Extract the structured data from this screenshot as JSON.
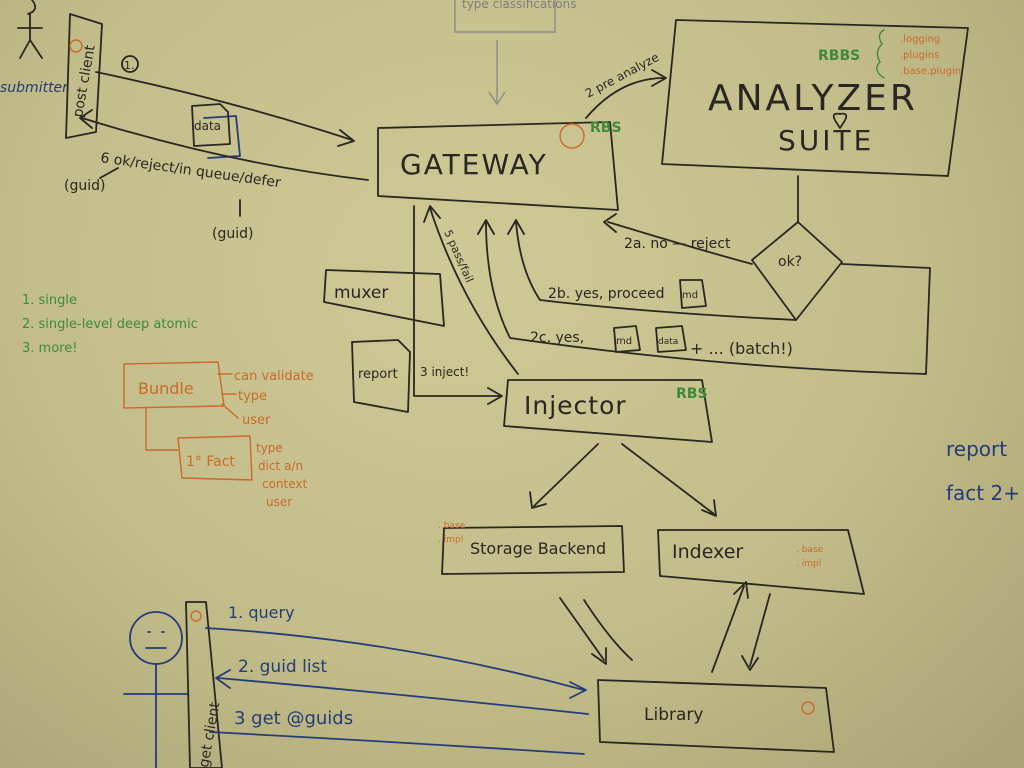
{
  "top_box": {
    "label": "type classifications"
  },
  "boxes": {
    "gateway": "GATEWAY",
    "analyzer_line1": "ANALYZER",
    "analyzer_line2": "SUITE",
    "muxer": "muxer",
    "injector": "Injector",
    "storage": "Storage Backend",
    "indexer": "Indexer",
    "library": "Library",
    "ok": "ok?",
    "data_doc": "data",
    "report_doc": "report"
  },
  "actors": {
    "submitter": "submitter",
    "post_client": "post client",
    "get_client": "get client"
  },
  "flows": {
    "step1": "1.",
    "step6": "6 ok/reject/in queue/defer",
    "guid1": "(guid)",
    "guid2": "(guid)",
    "analyze": "2 pre analyze",
    "reject": "2a. no — reject",
    "proceed": "2b. yes, proceed",
    "batch_prefix": "2c. yes,",
    "batch_suffix": "+ ... (batch!)",
    "inject": "3 inject!",
    "pass_fail": "5 pass/fail",
    "md1": "md",
    "md2": "md",
    "data2": "data",
    "query": "1. query",
    "guid_list": "2. guid list",
    "get_guids": "3 get @guids"
  },
  "annotations": {
    "rbs1": "RBBS",
    "rbs2": "RBS",
    "rbs3": "RBS",
    "plugins": [
      ".logging",
      ".plugins",
      ".base.plugin"
    ],
    "base_impl_storage": [
      ". base",
      ". impl"
    ],
    "base_impl_indexer": [
      ". base",
      ". impl"
    ],
    "list": [
      "1. single",
      "2. single-level deep atomic",
      "3. more!"
    ],
    "bundle": "Bundle",
    "bundle_props": [
      "can validate",
      "type",
      "user"
    ],
    "fact": "1° Fact",
    "fact_props": [
      "type",
      "dict a/n",
      "context",
      "user"
    ],
    "right1": "report",
    "right2": "fact 2+"
  }
}
